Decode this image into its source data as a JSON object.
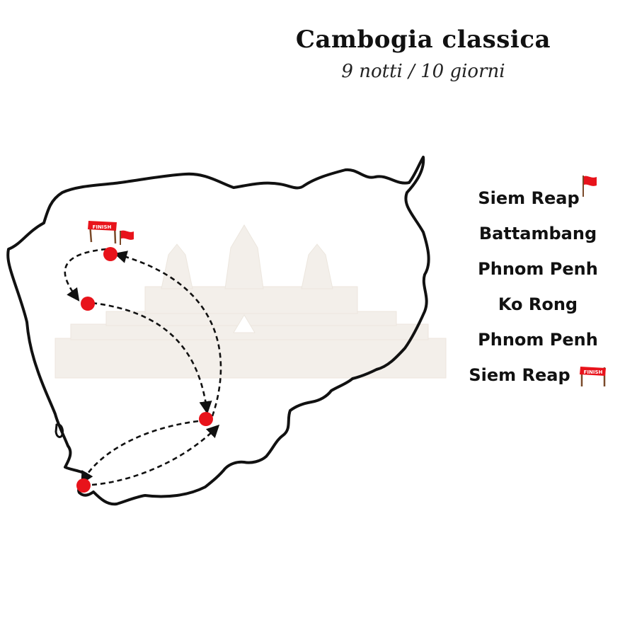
{
  "header": {
    "title": "Cambogia classica",
    "subtitle": "9 notti / 10 giorni"
  },
  "itinerary": [
    {
      "name": "Siem Reap",
      "marker": "start-flag-icon"
    },
    {
      "name": "Battambang",
      "marker": ""
    },
    {
      "name": "Phnom Penh",
      "marker": ""
    },
    {
      "name": "Ko Rong",
      "marker": ""
    },
    {
      "name": "Phnom Penh",
      "marker": ""
    },
    {
      "name": "Siem Reap",
      "marker": "finish-banner-icon"
    }
  ],
  "map": {
    "finish_label": "FINISH",
    "route_color": "#111111",
    "stop_color": "#e8131b",
    "outline_color": "#111111",
    "temple_color": "#f3efea"
  }
}
